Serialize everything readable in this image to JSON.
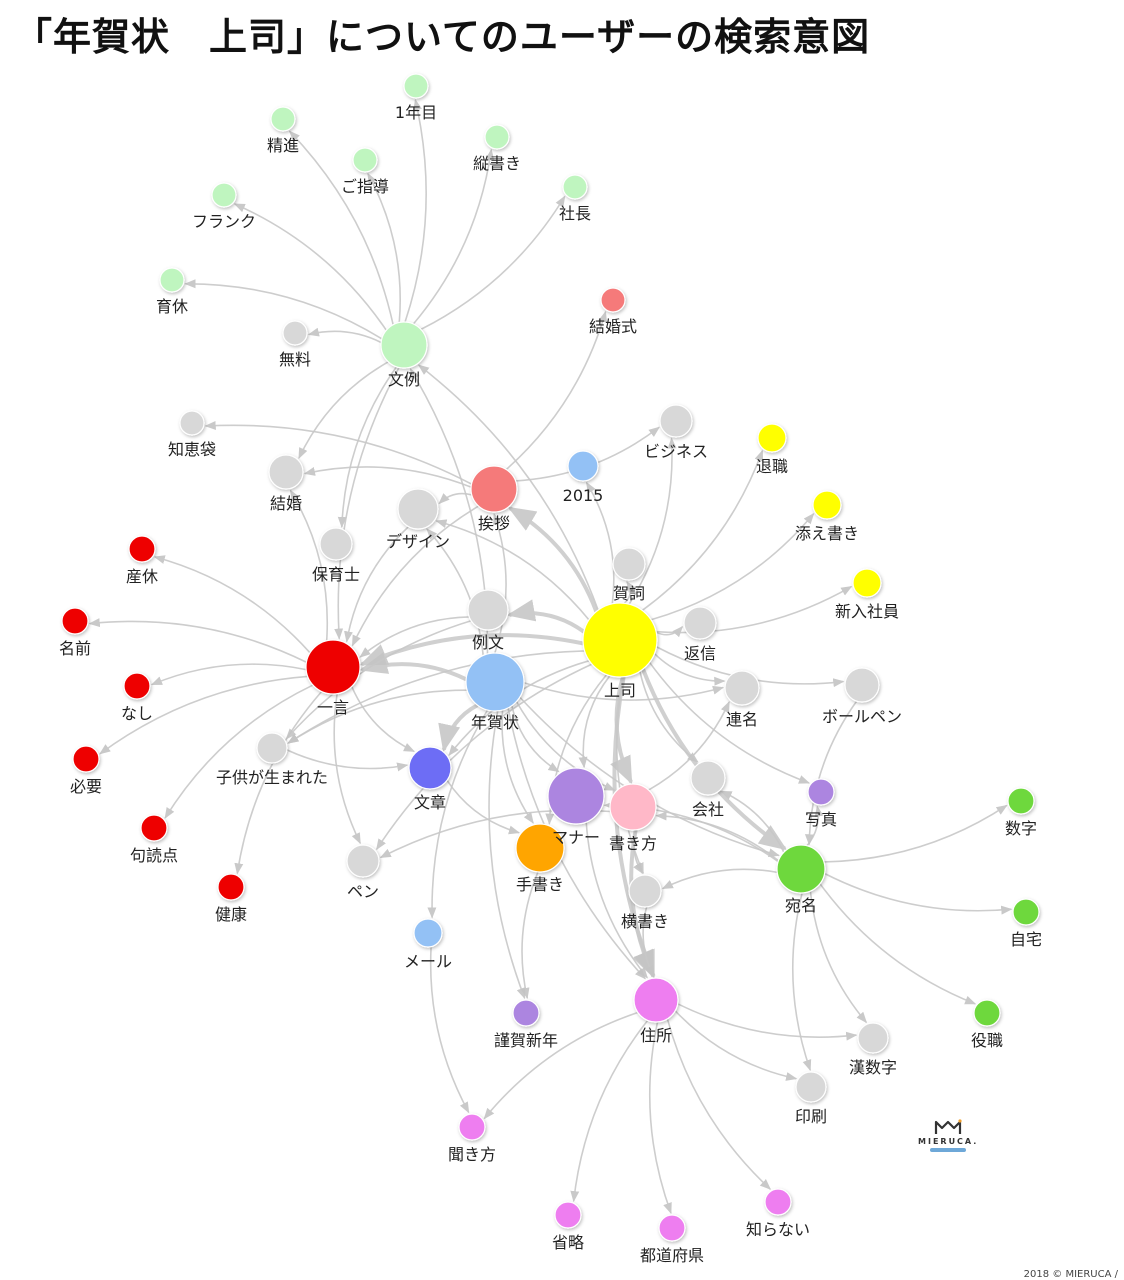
{
  "title": "「年賀状　上司」についてのユーザーの検索意図",
  "colors": {
    "light_green": "#bff5bf",
    "red": "#ee0000",
    "salmon": "#f57a7a",
    "light_blue": "#93c1f5",
    "gray": "#d8d8d8",
    "yellow": "#ffff00",
    "green": "#6ed83e",
    "purple": "#ac85e0",
    "blue": "#6d6df5",
    "orange": "#ffa500",
    "pink": "#ffb8c8",
    "magenta": "#ee7ef0",
    "edge": "#c8c8c8"
  },
  "nodes": [
    {
      "id": "joshi",
      "label": "上司",
      "color": "yellow"
    },
    {
      "id": "nengajo",
      "label": "年賀状",
      "color": "light_blue"
    },
    {
      "id": "hitokoto",
      "label": "一言",
      "color": "red"
    },
    {
      "id": "bunrei",
      "label": "文例",
      "color": "light_green"
    },
    {
      "id": "aisatsu",
      "label": "挨拶",
      "color": "salmon"
    },
    {
      "id": "manner",
      "label": "マナー",
      "color": "purple"
    },
    {
      "id": "atena",
      "label": "宛名",
      "color": "green"
    },
    {
      "id": "jusho",
      "label": "住所",
      "color": "magenta"
    },
    {
      "id": "kakikata",
      "label": "書き方",
      "color": "pink"
    },
    {
      "id": "tegaki",
      "label": "手書き",
      "color": "orange"
    },
    {
      "id": "bunsho",
      "label": "文章",
      "color": "blue"
    },
    {
      "id": "reibun",
      "label": "例文",
      "color": "gray"
    },
    {
      "id": "design",
      "label": "デザイン",
      "color": "gray"
    },
    {
      "id": "kekkon",
      "label": "結婚",
      "color": "gray"
    },
    {
      "id": "hoikushi",
      "label": "保育士",
      "color": "gray"
    },
    {
      "id": "muryo",
      "label": "無料",
      "color": "gray"
    },
    {
      "id": "chiebukuro",
      "label": "知恵袋",
      "color": "gray"
    },
    {
      "id": "business",
      "label": "ビジネス",
      "color": "gray"
    },
    {
      "id": "gashi",
      "label": "賀詞",
      "color": "gray"
    },
    {
      "id": "henshin",
      "label": "返信",
      "color": "gray"
    },
    {
      "id": "renmei",
      "label": "連名",
      "color": "gray"
    },
    {
      "id": "ballpen",
      "label": "ボールペン",
      "color": "gray"
    },
    {
      "id": "kaisha",
      "label": "会社",
      "color": "gray"
    },
    {
      "id": "kodomo",
      "label": "子供が生まれた",
      "color": "gray"
    },
    {
      "id": "pen",
      "label": "ペン",
      "color": "gray"
    },
    {
      "id": "yokogaki",
      "label": "横書き",
      "color": "gray"
    },
    {
      "id": "kansuji",
      "label": "漢数字",
      "color": "gray"
    },
    {
      "id": "insatsu",
      "label": "印刷",
      "color": "gray"
    },
    {
      "id": "ichinenme",
      "label": "1年目",
      "color": "light_green"
    },
    {
      "id": "seishin",
      "label": "精進",
      "color": "light_green"
    },
    {
      "id": "goshido",
      "label": "ご指導",
      "color": "light_green"
    },
    {
      "id": "tategaki",
      "label": "縦書き",
      "color": "light_green"
    },
    {
      "id": "shacho",
      "label": "社長",
      "color": "light_green"
    },
    {
      "id": "frank",
      "label": "フランク",
      "color": "light_green"
    },
    {
      "id": "ikukyu",
      "label": "育休",
      "color": "light_green"
    },
    {
      "id": "kekkonshiki",
      "label": "結婚式",
      "color": "salmon"
    },
    {
      "id": "y2015",
      "label": "2015",
      "color": "light_blue"
    },
    {
      "id": "mail",
      "label": "メール",
      "color": "light_blue"
    },
    {
      "id": "taishoku",
      "label": "退職",
      "color": "yellow"
    },
    {
      "id": "soegaki",
      "label": "添え書き",
      "color": "yellow"
    },
    {
      "id": "shinnyu",
      "label": "新入社員",
      "color": "yellow"
    },
    {
      "id": "sankyu",
      "label": "産休",
      "color": "red"
    },
    {
      "id": "namae",
      "label": "名前",
      "color": "red"
    },
    {
      "id": "nashi",
      "label": "なし",
      "color": "red"
    },
    {
      "id": "hitsuyo",
      "label": "必要",
      "color": "red"
    },
    {
      "id": "kutoten",
      "label": "句読点",
      "color": "red"
    },
    {
      "id": "kenko",
      "label": "健康",
      "color": "red"
    },
    {
      "id": "shashin",
      "label": "写真",
      "color": "purple"
    },
    {
      "id": "kinga",
      "label": "謹賀新年",
      "color": "purple"
    },
    {
      "id": "suji",
      "label": "数字",
      "color": "green"
    },
    {
      "id": "jitaku",
      "label": "自宅",
      "color": "green"
    },
    {
      "id": "yakushoku",
      "label": "役職",
      "color": "green"
    },
    {
      "id": "kikikata",
      "label": "聞き方",
      "color": "magenta"
    },
    {
      "id": "shoryaku",
      "label": "省略",
      "color": "magenta"
    },
    {
      "id": "todofuken",
      "label": "都道府県",
      "color": "magenta"
    },
    {
      "id": "shiranai",
      "label": "知らない",
      "color": "magenta"
    }
  ],
  "edges": [
    [
      "joshi",
      "hitokoto"
    ],
    [
      "joshi",
      "bunrei"
    ],
    [
      "joshi",
      "aisatsu"
    ],
    [
      "joshi",
      "manner"
    ],
    [
      "joshi",
      "atena"
    ],
    [
      "joshi",
      "jusho"
    ],
    [
      "joshi",
      "kakikata"
    ],
    [
      "joshi",
      "tegaki"
    ],
    [
      "joshi",
      "bunsho"
    ],
    [
      "joshi",
      "reibun"
    ],
    [
      "joshi",
      "design"
    ],
    [
      "joshi",
      "business"
    ],
    [
      "joshi",
      "gashi"
    ],
    [
      "joshi",
      "henshin"
    ],
    [
      "joshi",
      "renmei"
    ],
    [
      "joshi",
      "ballpen"
    ],
    [
      "joshi",
      "kaisha"
    ],
    [
      "joshi",
      "kodomo"
    ],
    [
      "joshi",
      "pen"
    ],
    [
      "joshi",
      "yokogaki"
    ],
    [
      "joshi",
      "taishoku"
    ],
    [
      "joshi",
      "soegaki"
    ],
    [
      "joshi",
      "shinnyu"
    ],
    [
      "joshi",
      "shashin"
    ],
    [
      "joshi",
      "y2015"
    ],
    [
      "nengajo",
      "hitokoto"
    ],
    [
      "nengajo",
      "bunrei"
    ],
    [
      "nengajo",
      "aisatsu"
    ],
    [
      "nengajo",
      "manner"
    ],
    [
      "nengajo",
      "atena"
    ],
    [
      "nengajo",
      "jusho"
    ],
    [
      "nengajo",
      "kakikata"
    ],
    [
      "nengajo",
      "bunsho"
    ],
    [
      "nengajo",
      "mail"
    ],
    [
      "nengajo",
      "design"
    ],
    [
      "nengajo",
      "kodomo"
    ],
    [
      "nengajo",
      "renmei"
    ],
    [
      "nengajo",
      "tegaki"
    ],
    [
      "nengajo",
      "kinga"
    ],
    [
      "hitokoto",
      "sankyu"
    ],
    [
      "hitokoto",
      "namae"
    ],
    [
      "hitokoto",
      "nashi"
    ],
    [
      "hitokoto",
      "hitsuyo"
    ],
    [
      "hitokoto",
      "kutoten"
    ],
    [
      "hitokoto",
      "kenko"
    ],
    [
      "hitokoto",
      "bunsho"
    ],
    [
      "hitokoto",
      "pen"
    ],
    [
      "hitokoto",
      "kekkon"
    ],
    [
      "bunrei",
      "ichinenme"
    ],
    [
      "bunrei",
      "seishin"
    ],
    [
      "bunrei",
      "goshido"
    ],
    [
      "bunrei",
      "tategaki"
    ],
    [
      "bunrei",
      "shacho"
    ],
    [
      "bunrei",
      "frank"
    ],
    [
      "bunrei",
      "ikukyu"
    ],
    [
      "bunrei",
      "muryo"
    ],
    [
      "bunrei",
      "kekkon"
    ],
    [
      "bunrei",
      "hoikushi"
    ],
    [
      "bunrei",
      "hitokoto"
    ],
    [
      "aisatsu",
      "kekkonshiki"
    ],
    [
      "aisatsu",
      "chiebukuro"
    ],
    [
      "aisatsu",
      "kekkon"
    ],
    [
      "aisatsu",
      "business"
    ],
    [
      "aisatsu",
      "design"
    ],
    [
      "aisatsu",
      "hitokoto"
    ],
    [
      "atena",
      "suji"
    ],
    [
      "atena",
      "jitaku"
    ],
    [
      "atena",
      "yakushoku"
    ],
    [
      "atena",
      "kansuji"
    ],
    [
      "atena",
      "insatsu"
    ],
    [
      "atena",
      "yokogaki"
    ],
    [
      "atena",
      "kakikata"
    ],
    [
      "atena",
      "kaisha"
    ],
    [
      "atena",
      "shashin"
    ],
    [
      "atena",
      "manner"
    ],
    [
      "jusho",
      "kikikata"
    ],
    [
      "jusho",
      "shoryaku"
    ],
    [
      "jusho",
      "todofuken"
    ],
    [
      "jusho",
      "shiranai"
    ],
    [
      "jusho",
      "kansuji"
    ],
    [
      "jusho",
      "insatsu"
    ],
    [
      "kakikata",
      "yokogaki"
    ],
    [
      "kakikata",
      "jusho"
    ],
    [
      "kakikata",
      "pen"
    ],
    [
      "kakikata",
      "renmei"
    ],
    [
      "tegaki",
      "kinga"
    ],
    [
      "bunsho",
      "tegaki"
    ],
    [
      "mail",
      "kikikata"
    ],
    [
      "yokogaki",
      "jusho"
    ],
    [
      "reibun",
      "hitokoto"
    ],
    [
      "reibun",
      "kodomo"
    ],
    [
      "design",
      "hitokoto"
    ],
    [
      "kodomo",
      "bunsho"
    ],
    [
      "ballpen",
      "atena"
    ],
    [
      "manner",
      "jusho"
    ]
  ],
  "watermark_brand": "MIERUCA.",
  "copyright": "2018 © MIERUCA /"
}
